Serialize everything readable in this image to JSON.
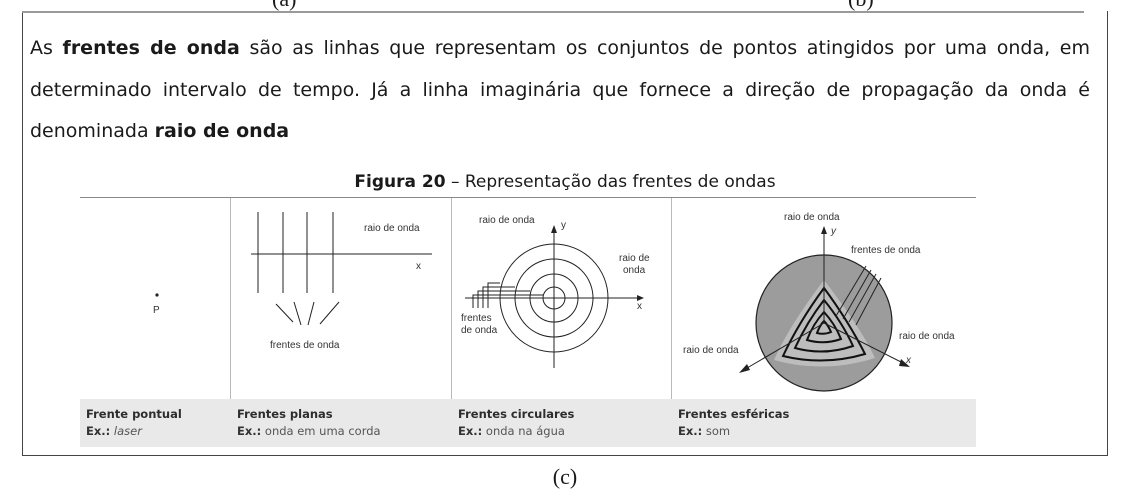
{
  "top_labels": {
    "left": "(a)",
    "right": "(b)"
  },
  "paragraph": {
    "p1": "As ",
    "b1": "frentes de onda",
    "p2": " são as linhas que representam os conjuntos de pontos atingidos por uma onda, em determinado intervalo de tempo. Já a linha imaginária que fornece a direção de propagação da onda é denominada ",
    "b2": "raio de onda"
  },
  "figure": {
    "caption_bold": "Figura 20",
    "caption_rest": " – Representação das frentes  de ondas",
    "panels": [
      {
        "title": "Frente pontual",
        "ex_label": "Ex.:",
        "ex_value": "laser",
        "point_label": "P"
      },
      {
        "title": "Frentes planas",
        "ex_label": "Ex.:",
        "ex_value": "onda em uma corda",
        "ray_label": "raio de onda",
        "axis_x": "x",
        "fronts_label": "frentes de onda"
      },
      {
        "title": "Frentes circulares",
        "ex_label": "Ex.:",
        "ex_value": "onda na água",
        "ray_label_top": "raio de onda",
        "axis_y": "y",
        "ray_label_right_1": "raio de",
        "ray_label_right_2": "onda",
        "axis_x": "x",
        "fronts_label_1": "frentes",
        "fronts_label_2": "de onda"
      },
      {
        "title": "Frentes esféricas",
        "ex_label": "Ex.:",
        "ex_value": "som",
        "ray_label_top": "raio de onda",
        "axis_y": "y",
        "fronts_label": "frentes de onda",
        "ray_label_left": "raio de onda",
        "ray_label_right": "raio de onda",
        "axis_x": "x"
      }
    ]
  },
  "bottom_label": "(c)",
  "colors": {
    "caption_bg": "#e9e9e9",
    "sphere_fill": "#9c9c9c",
    "line": "#222222"
  }
}
